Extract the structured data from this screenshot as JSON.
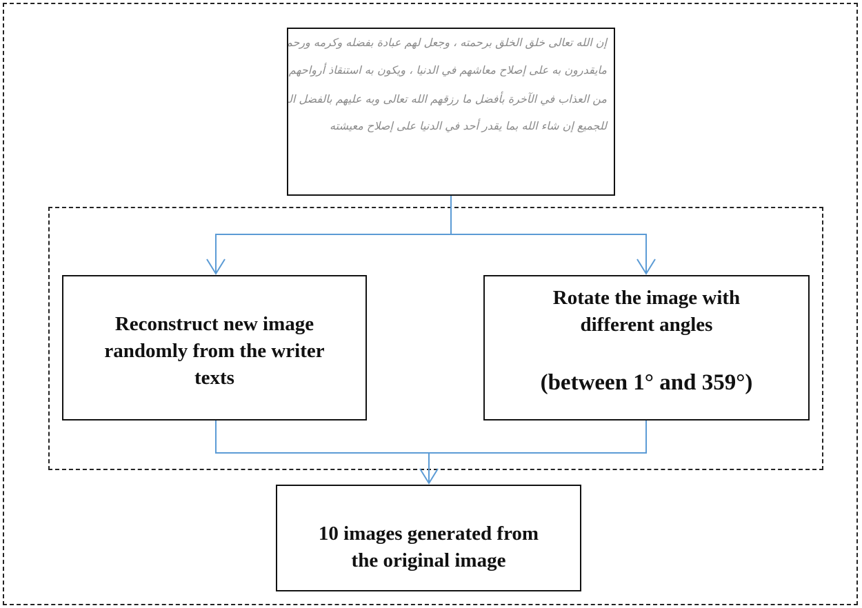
{
  "handwriting_sample": {
    "lines": [
      "إن الله تعالى خلق الخلق برحمته ، وجعل لهم عبادة بفضله وكرمه ورحمته",
      "مايقدرون به على إصلاح معاشهم في الدنيا ، ويكون به استنقاذ أرواحهم",
      "من العذاب في الآخرة بأفضل ما رزقهم الله تعالى وبه عليهم بالفضل الذي هو دائم",
      "للجميع إن شاء الله بما يقدر أحد في الدنيا على إصلاح معيشته"
    ]
  },
  "steps": {
    "reconstruct": {
      "lines": [
        "Reconstruct new image",
        "randomly from the writer",
        "texts"
      ]
    },
    "rotate": {
      "lines": [
        "Rotate the image with",
        "different angles"
      ],
      "angle_range": "(between 1° and 359°)"
    }
  },
  "result": {
    "lines": [
      "10 images generated from",
      "the original image"
    ]
  },
  "colors": {
    "arrow": "#5b9bd5",
    "frame": "#222222"
  }
}
